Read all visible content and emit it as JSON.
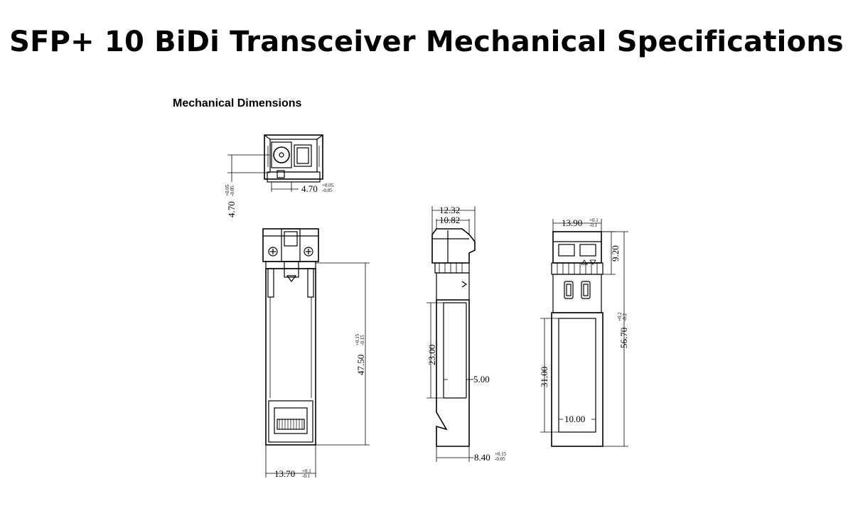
{
  "title": "SFP+ 10 BiDi Transceiver Mechanical Specifications",
  "subtitle": "Mechanical Dimensions",
  "dimensions": {
    "end_height": {
      "value": "4.70",
      "tol_plus": "+0.05",
      "tol_minus": "-0.05"
    },
    "end_width": {
      "value": "4.70",
      "tol_plus": "+0.05",
      "tol_minus": "-0.05"
    },
    "top_length": {
      "value": "47.50",
      "tol_plus": "+0.15",
      "tol_minus": "-0.15"
    },
    "top_width": {
      "value": "13.70",
      "tol_plus": "+0.1",
      "tol_minus": "-0.1"
    },
    "side_outer": {
      "value": "12.32"
    },
    "side_inner": {
      "value": "10.82"
    },
    "side_label_len": {
      "value": "23.00"
    },
    "side_label_w": {
      "value": "5.00"
    },
    "side_thickness": {
      "value": "8.40",
      "tol_plus": "+0.15",
      "tol_minus": "-0.05"
    },
    "bottom_width": {
      "value": "13.90",
      "tol_plus": "+0.1",
      "tol_minus": "-0.1"
    },
    "bottom_latch": {
      "value": "9.20"
    },
    "bottom_length": {
      "value": "56.70",
      "tol_plus": "+0.2",
      "tol_minus": "-0.2"
    },
    "bottom_label_len": {
      "value": "31.00"
    },
    "bottom_label_w": {
      "value": "10.00"
    }
  }
}
